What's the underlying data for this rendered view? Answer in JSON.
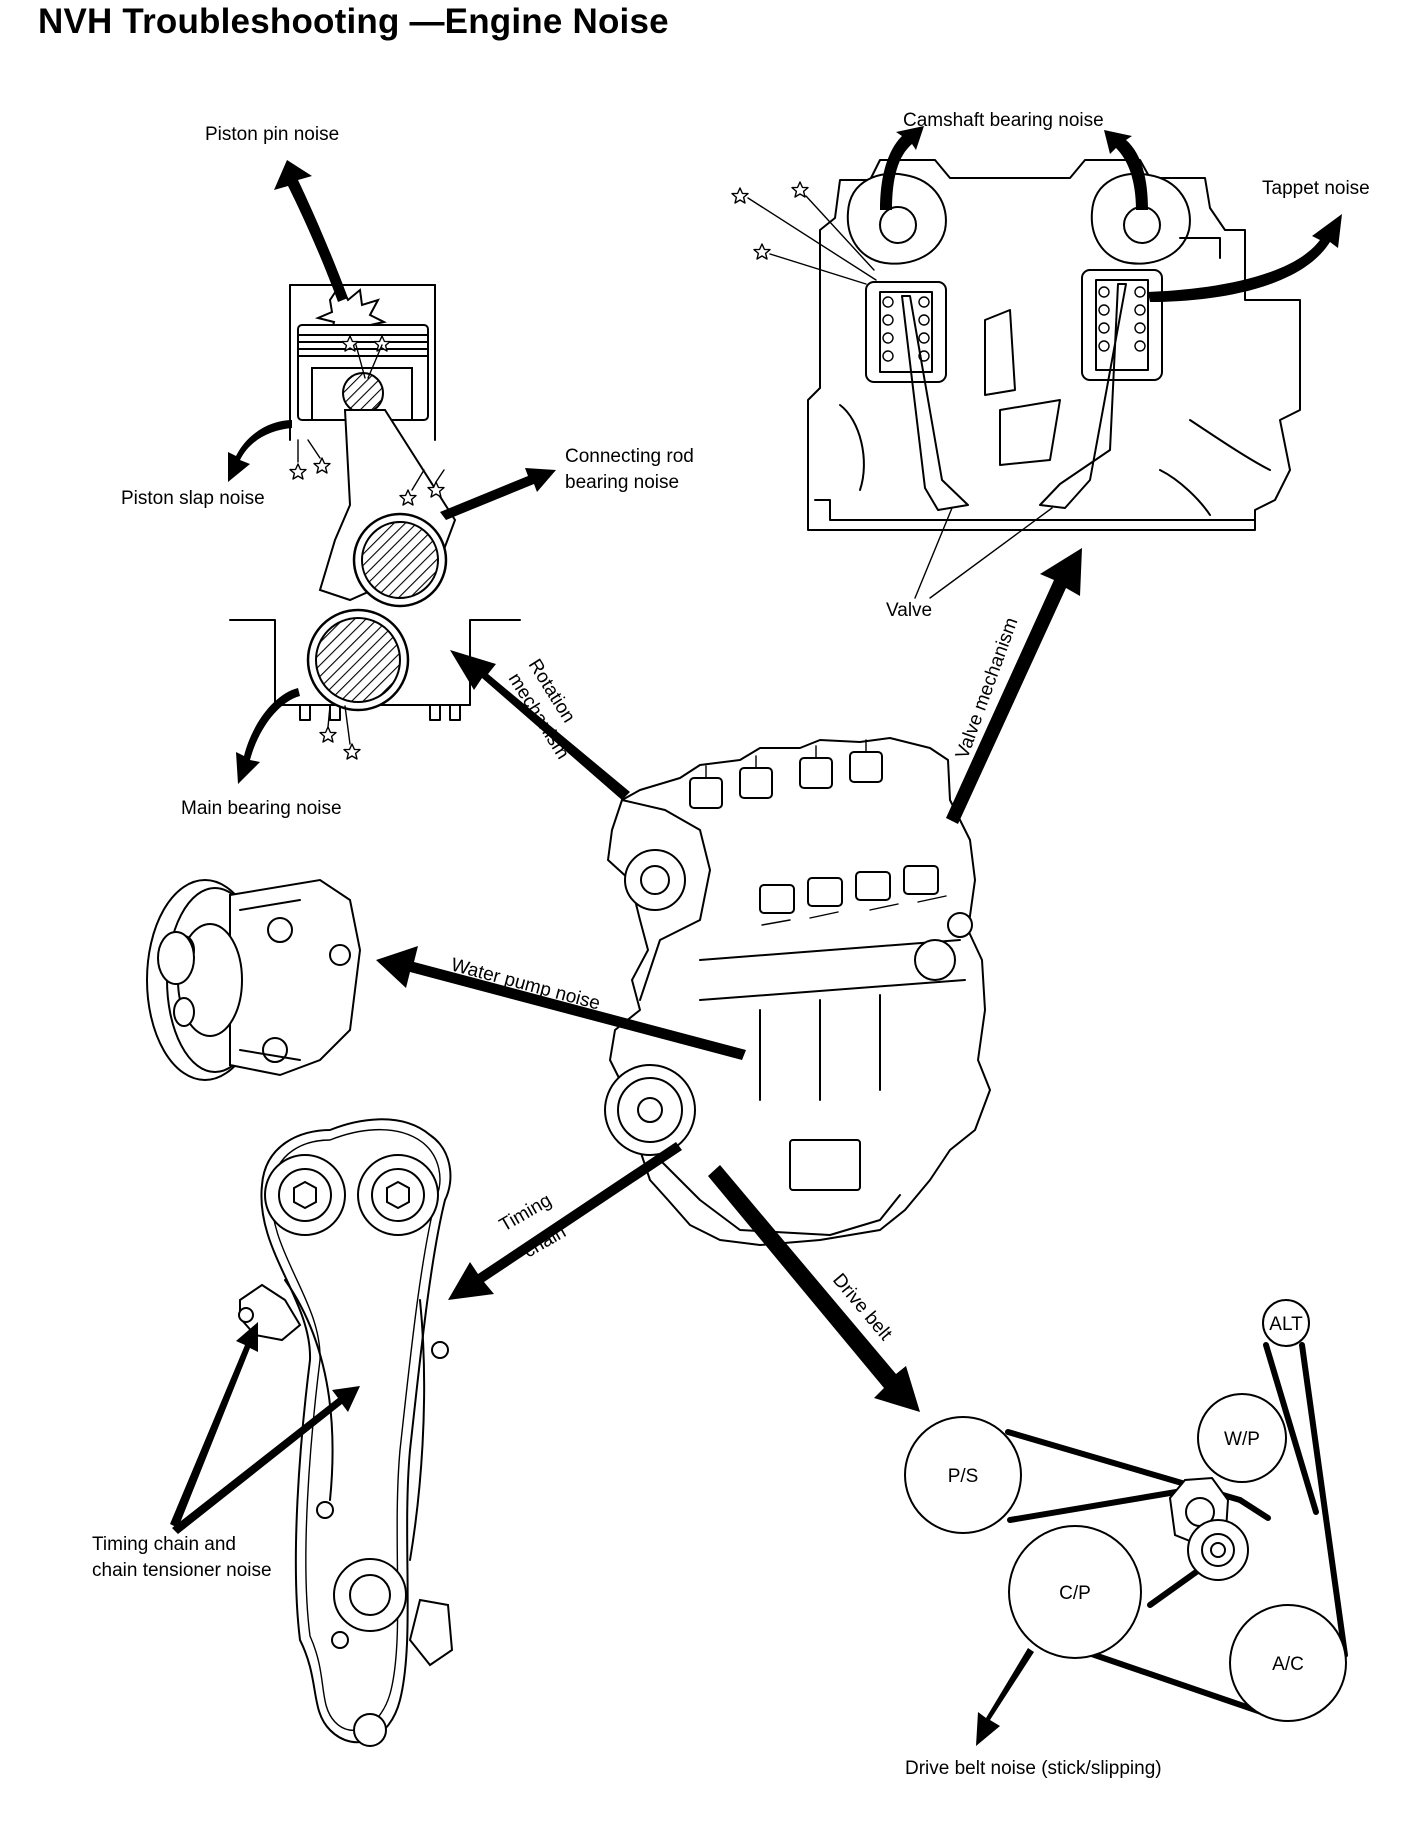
{
  "title": "NVH Troubleshooting —Engine Noise",
  "labels": {
    "piston_pin_noise": "Piston pin noise",
    "piston_slap_noise": "Piston slap noise",
    "connecting_rod_line1": "Connecting rod",
    "connecting_rod_line2": "bearing noise",
    "main_bearing_noise": "Main bearing noise",
    "camshaft_bearing_noise": "Camshaft bearing noise",
    "tappet_noise": "Tappet noise",
    "valve": "Valve",
    "valve_mechanism": "Valve mechanism",
    "rotation_line1": "Rotation",
    "rotation_line2": "mechanism",
    "water_pump_noise": "Water pump noise",
    "timing_line1": "Timing",
    "timing_line2": "chain",
    "drive_belt": "Drive belt",
    "tensioner_line1": "Timing chain and",
    "tensioner_line2": "chain tensioner noise",
    "drive_belt_noise": "Drive belt noise (stick/slipping)"
  },
  "pulleys": {
    "alt": "ALT",
    "wp": "W/P",
    "ps": "P/S",
    "cp": "C/P",
    "ac": "A/C"
  }
}
